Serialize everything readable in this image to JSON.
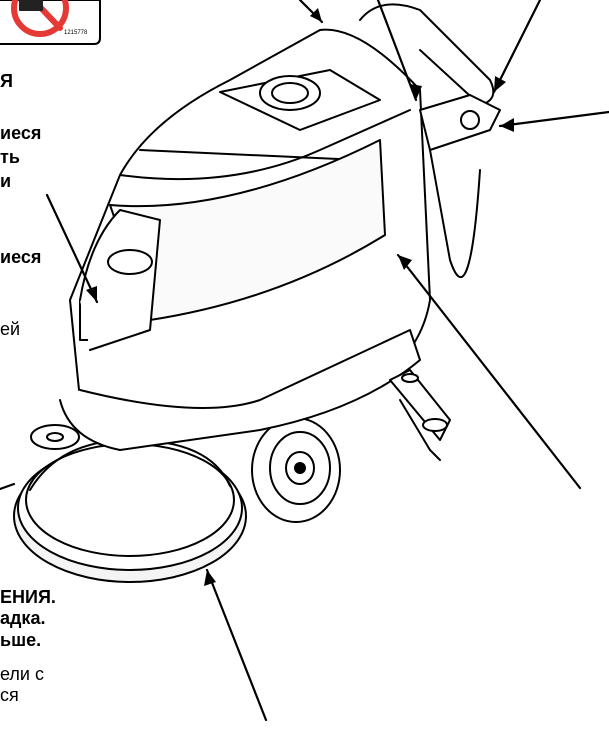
{
  "label_code": "1215778",
  "text_fragments": [
    {
      "id": "frag-1",
      "text": "Я",
      "bold": true
    },
    {
      "id": "frag-2",
      "text": "иеся",
      "bold": true
    },
    {
      "id": "frag-3",
      "text": "ть",
      "bold": true
    },
    {
      "id": "frag-4",
      "text": "и",
      "bold": true
    },
    {
      "id": "frag-5",
      "text": "иеся",
      "bold": true
    },
    {
      "id": "frag-6",
      "text": "ей",
      "bold": false
    },
    {
      "id": "frag-7",
      "text": "ЕНИЯ.",
      "bold": true
    },
    {
      "id": "frag-8",
      "text": "адка.",
      "bold": true
    },
    {
      "id": "frag-9",
      "text": "ьше.",
      "bold": true
    },
    {
      "id": "frag-10",
      "text": "ели с",
      "bold": false
    },
    {
      "id": "frag-11",
      "text": "ся",
      "bold": false
    }
  ]
}
